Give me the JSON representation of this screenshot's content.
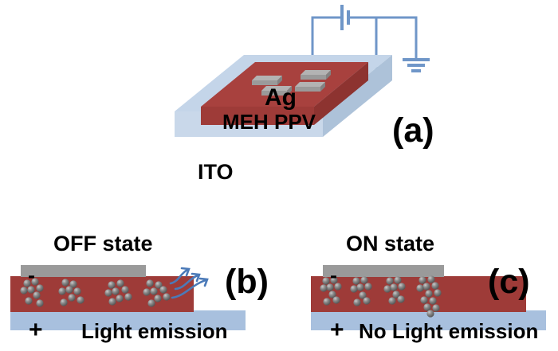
{
  "figure": {
    "panels": [
      {
        "id": "a",
        "label": "(a)",
        "caption_label": "(a)",
        "layers": [
          {
            "name": "Ag",
            "label": "Ag",
            "color": "#9a9a9a"
          },
          {
            "name": "MEH PPV",
            "label": "MEH PPV",
            "color": "#9e3b38"
          },
          {
            "name": "ITO",
            "label": "ITO",
            "color": "#bdd0e6"
          }
        ],
        "circuit": {
          "battery_label": "",
          "ground_label": "",
          "wire_color": "#6f96c8"
        },
        "electrode_pad_count": 4
      },
      {
        "id": "b",
        "label": "(b)",
        "state_title": "OFF state",
        "emission_text": "Light emission",
        "top_electrode_sign": "-",
        "bottom_electrode_sign": "+",
        "emission_arrows": 3,
        "particle_clusters": 4,
        "filament_formed": false
      },
      {
        "id": "c",
        "label": "(c)",
        "state_title": "ON state",
        "emission_text": "No Light emission",
        "top_electrode_sign": "-",
        "bottom_electrode_sign": "+",
        "emission_arrows": 0,
        "particle_clusters": 4,
        "filament_formed": true
      }
    ],
    "colors": {
      "polymer_red": "#9e3b38",
      "polymer_red_dark": "#8d3330",
      "polymer_red_top": "#a8413e",
      "ito_blue": "#bdd0e6",
      "ito_blue_side": "#a9bed6",
      "ito_blue_flat": "#a8c0de",
      "electrode_gray": "#9a9a9a",
      "electrode_gray_dark": "#7e7e7e",
      "wire_blue": "#6f96c8",
      "particle_gray": "#707070",
      "text_black": "#000000",
      "background": "#ffffff"
    }
  }
}
